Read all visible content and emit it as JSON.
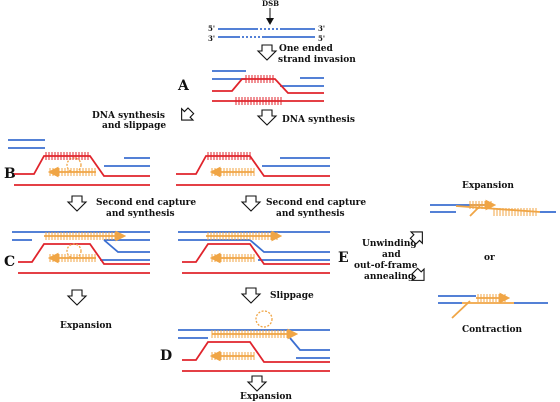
{
  "diagram": {
    "dsb_label": "DSB",
    "end_labels": {
      "five_prime_top": "5'",
      "three_prime_top": "3'",
      "three_prime_bottom": "3'",
      "five_prime_bottom": "5'"
    },
    "steps": {
      "one_ended_invasion": "One ended\nstrand invasion",
      "dna_synthesis_slippage": "DNA synthesis\nand slippage",
      "dna_synthesis": "DNA synthesis",
      "second_end_capture_left": "Second end capture\nand synthesis",
      "second_end_capture_right": "Second end capture\nand synthesis",
      "slippage": "Slippage",
      "unwinding": "Unwinding\nand\nout-of-frame\nannealing",
      "or": "or"
    },
    "outcomes": {
      "expansion_c": "Expansion",
      "expansion_d": "Expansion",
      "expansion_e": "Expansion",
      "contraction_e": "Contraction"
    },
    "panels": {
      "a": "A",
      "b": "B",
      "c": "C",
      "d": "D",
      "e": "E"
    },
    "colors": {
      "blue": "#3b6fd1",
      "red": "#e0242c",
      "orange": "#f0a545"
    }
  }
}
